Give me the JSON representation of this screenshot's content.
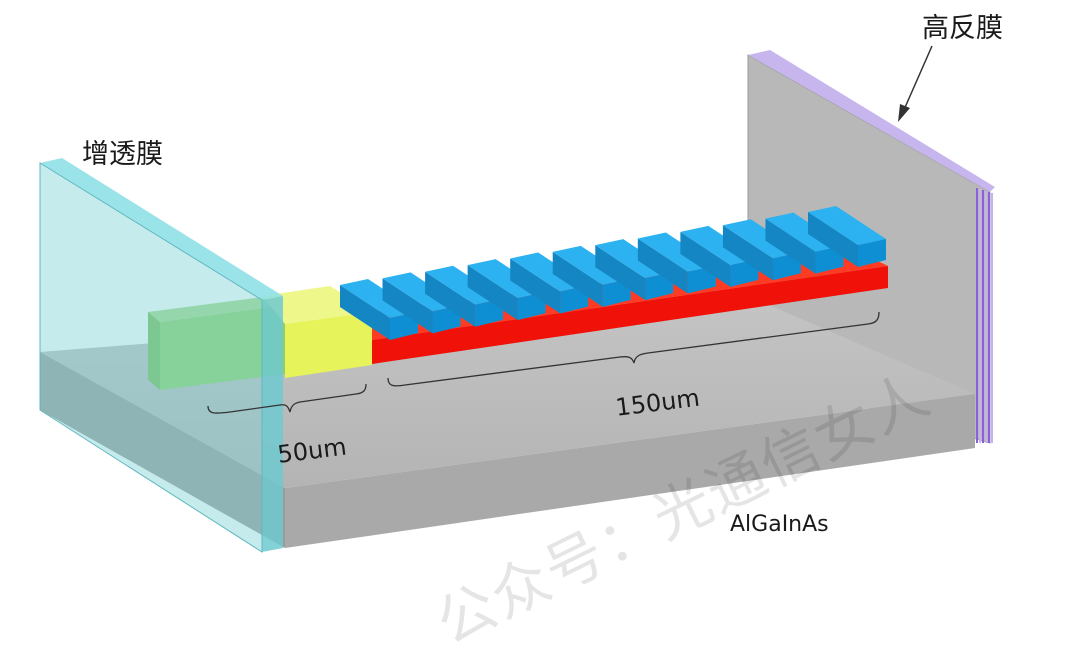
{
  "labels": {
    "hr_coating": "高反膜",
    "ar_coating": "增透膜",
    "length_50": "50um",
    "length_150": "150um",
    "material": "AlGaInAs"
  },
  "watermark": "公众号：光通信女人",
  "colors": {
    "substrate_top": "#bdbdbd",
    "substrate_front": "#a6a6a6",
    "hr_mirror": "#b9b9b9",
    "hr_film": "#a27fe0",
    "ar_film": "#7fd3d8",
    "passive_section": "#e8f560",
    "active_waveguide": "#ff1a0a",
    "grating_top": "#1ba3e8",
    "green_block": "#8fcf6b"
  },
  "grating_bar_count": 12
}
